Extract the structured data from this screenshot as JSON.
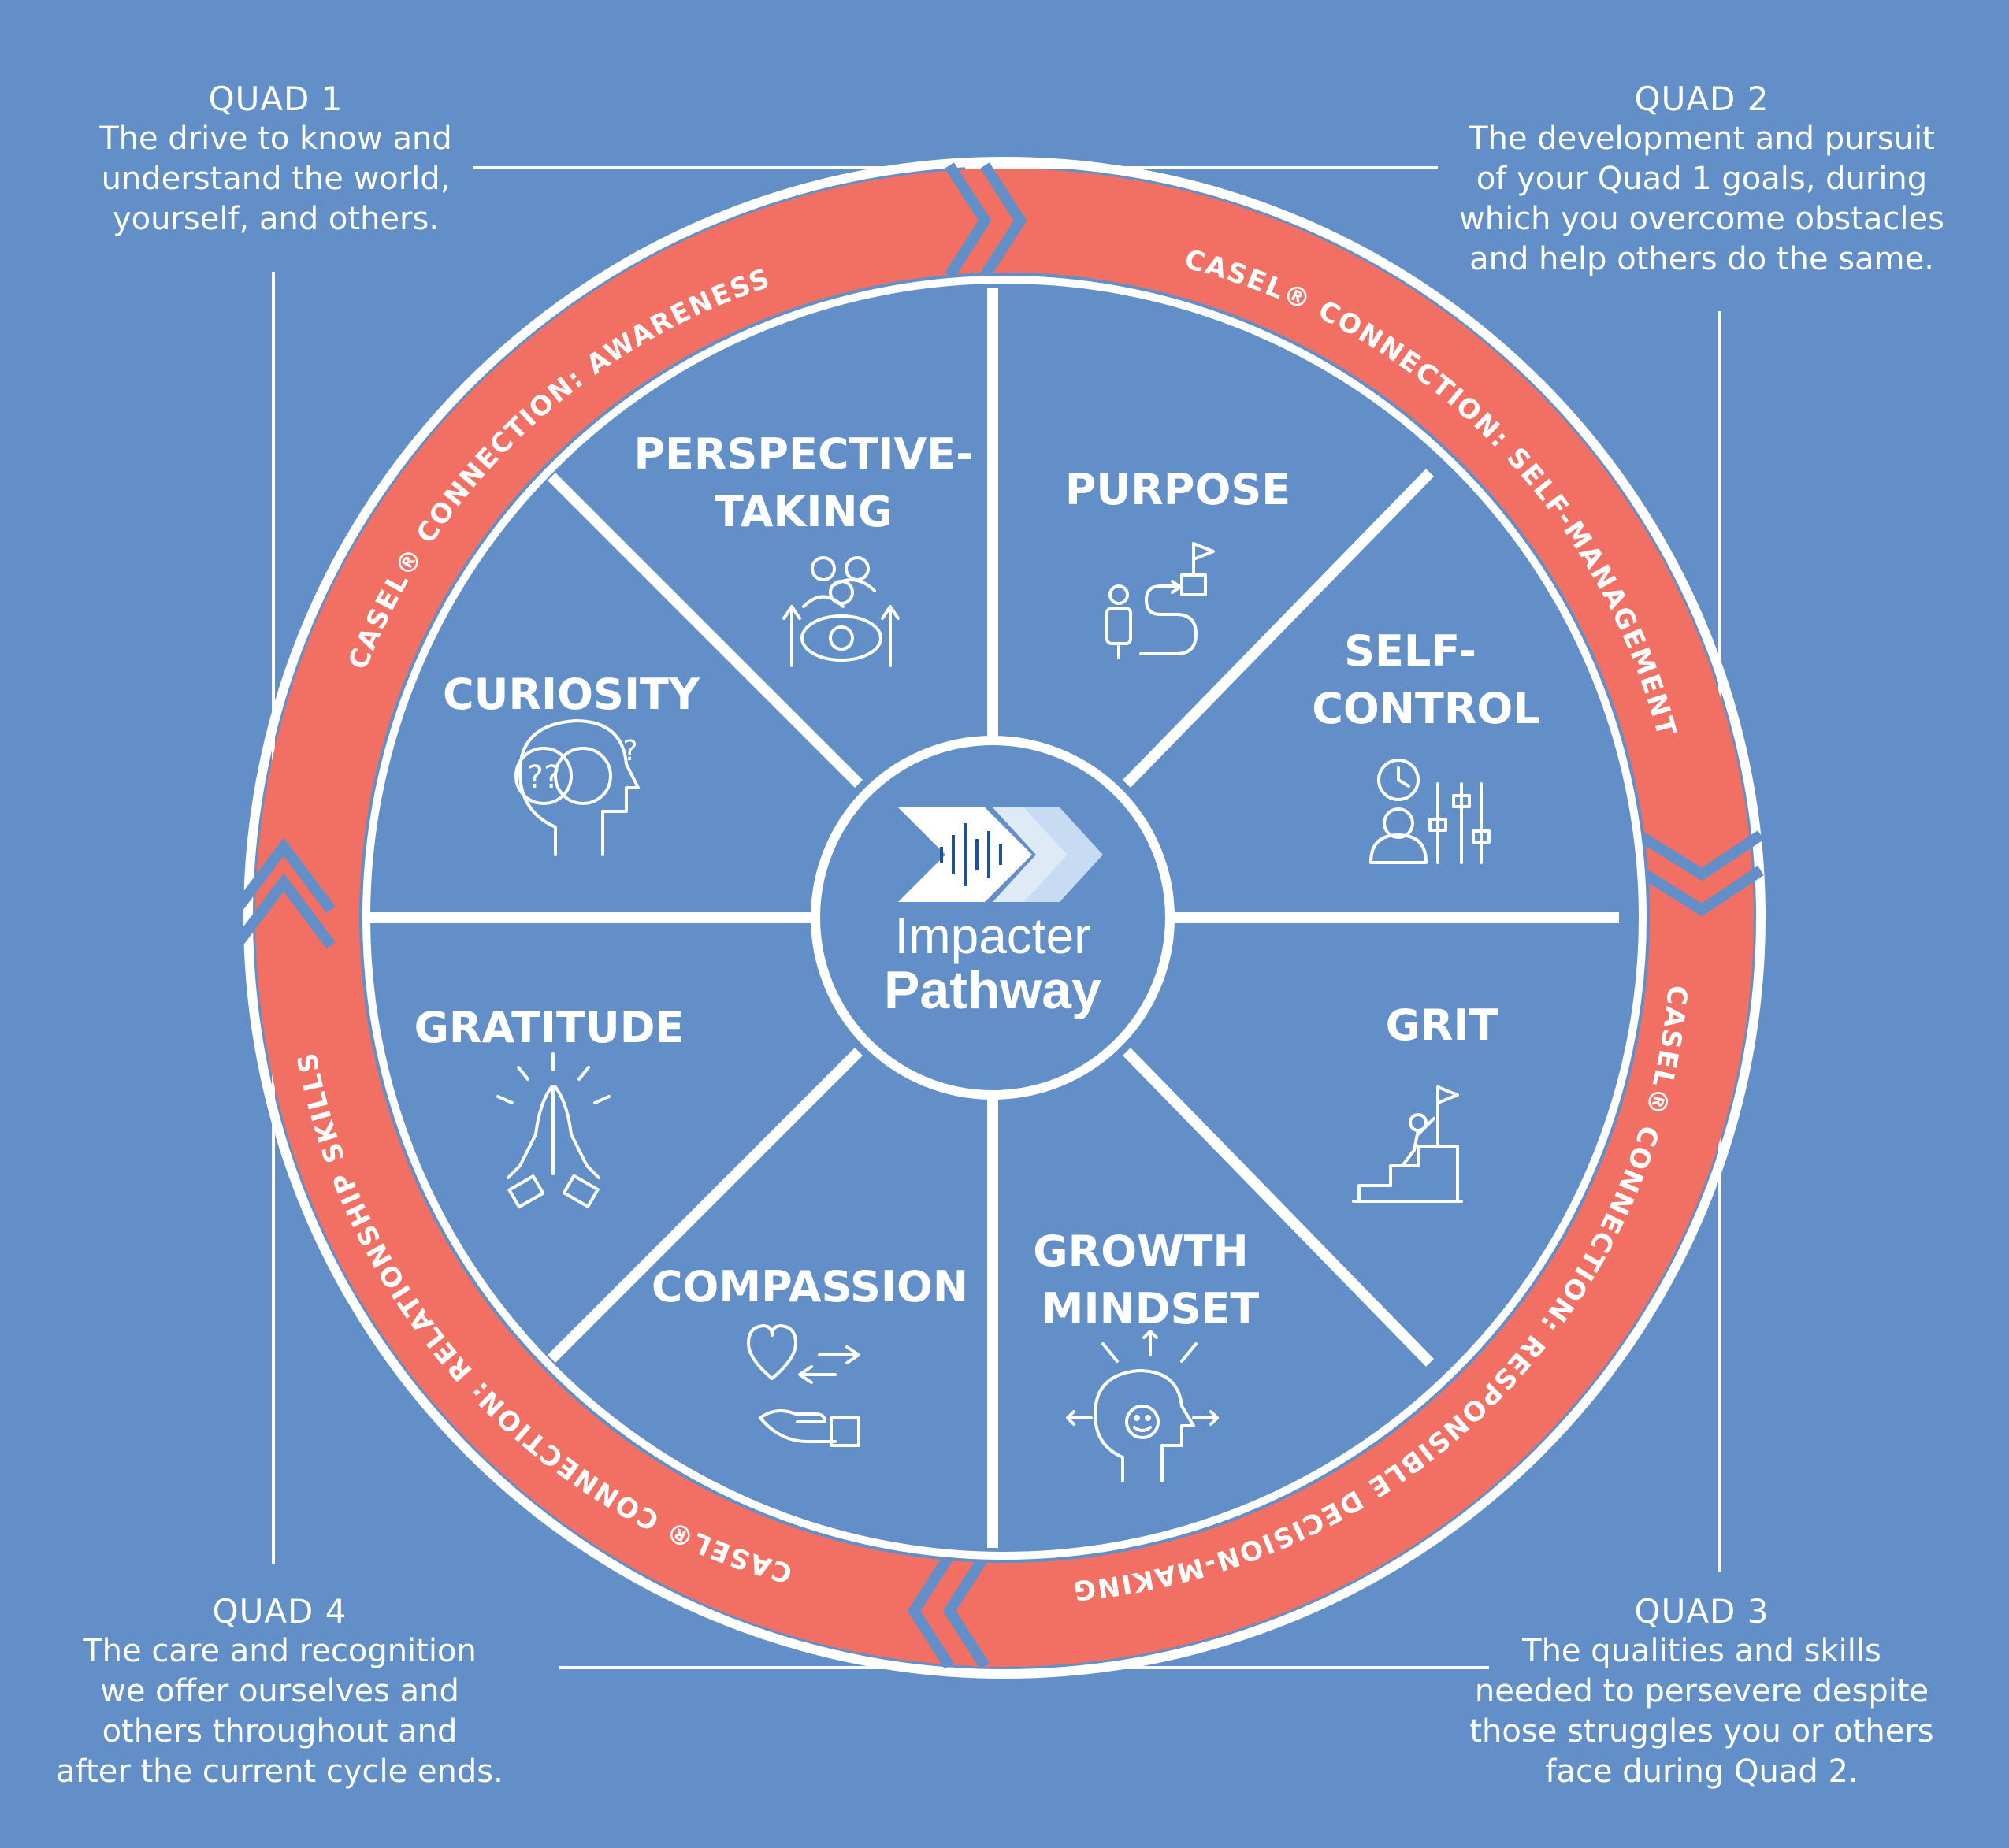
{
  "quads": [
    {
      "title": "QUAD 1",
      "lines": [
        "The drive to know and",
        "understand the world,",
        "yourself, and others."
      ]
    },
    {
      "title": "QUAD 2",
      "lines": [
        "The development and pursuit",
        "of your Quad 1 goals, during",
        "which you overcome obstacles",
        "and help others do the same."
      ]
    },
    {
      "title": "QUAD 3",
      "lines": [
        "The qualities and skills",
        "needed to persevere despite",
        "those struggles you or others",
        "face during Quad 2."
      ]
    },
    {
      "title": "QUAD 4",
      "lines": [
        "The care and recognition",
        "we offer ourselves and",
        "others throughout and",
        "after the current cycle ends."
      ]
    }
  ],
  "segments": {
    "perspective": [
      "PERSPECTIVE-",
      "TAKING"
    ],
    "purpose": [
      "PURPOSE"
    ],
    "self_control": [
      "SELF-",
      "CONTROL"
    ],
    "grit": [
      "GRIT"
    ],
    "growth": [
      "GROWTH",
      "MINDSET"
    ],
    "compassion": [
      "COMPASSION"
    ],
    "gratitude": [
      "GRATITUDE"
    ],
    "curiosity": [
      "CURIOSITY"
    ]
  },
  "casel": {
    "awareness": "CASEL® CONNECTION: AWARENESS",
    "self_management": "CASEL® CONNECTION: SELF-MANAGEMENT",
    "decision": "CASEL® CONNECTION: RESPONSIBLE DECISION-MAKING",
    "relationship": "CASEL® CONNECTION: RELATIONSHIP SKILLS"
  },
  "logo": {
    "line1": "Impacter",
    "line2": "Pathway"
  },
  "colors": {
    "background": "#628fc8",
    "ring": "#f26f63",
    "line": "#ffffff"
  },
  "icons": [
    "people-eye-icon",
    "path-flag-icon",
    "clock-sliders-icon",
    "climber-flag-icon",
    "head-idea-icon",
    "heart-hand-icon",
    "praying-hands-icon",
    "head-question-icon",
    "chevron-logo-icon"
  ]
}
